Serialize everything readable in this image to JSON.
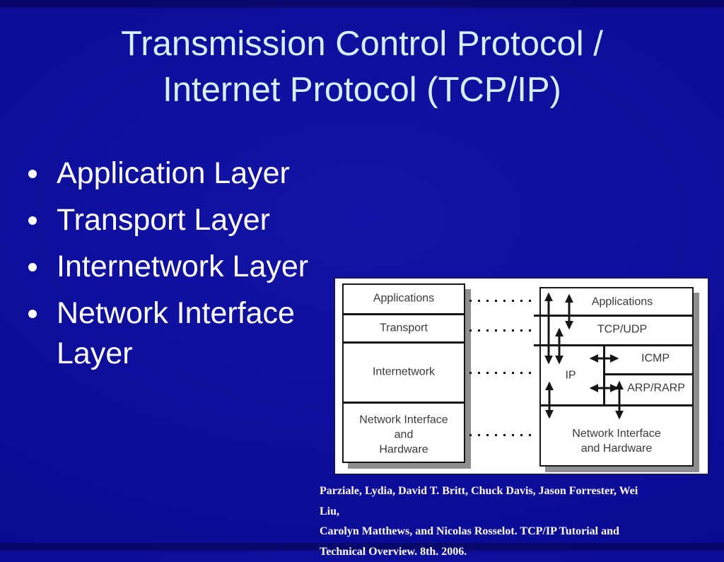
{
  "slide": {
    "title": {
      "line1": "Transmission Control Protocol /",
      "line2": "Internet Protocol (TCP/IP)"
    },
    "bullets": [
      "Application Layer",
      "Transport Layer",
      "Internetwork Layer",
      "Network Interface Layer"
    ],
    "citation": {
      "line1": "Parziale, Lydia, David T. Britt, Chuck Davis, Jason Forrester, Wei Liu,",
      "line2": "Carolyn Matthews, and Nicolas Rosselot. TCP/IP Tutorial and",
      "line3": "Technical Overview. 8th. 2006."
    }
  },
  "diagram": {
    "left_stack": {
      "applications": "Applications",
      "transport": "Transport",
      "internetwork": "Internetwork",
      "ni_line1": "Network Interface",
      "ni_line2": "and",
      "ni_line3": "Hardware"
    },
    "right_stack": {
      "applications": "Applications",
      "tcp_udp": "TCP/UDP",
      "ip": "IP",
      "icmp": "ICMP",
      "arp_rarp": "ARP/RARP",
      "ni_line1": "Network Interface",
      "ni_line2": "and Hardware"
    },
    "connections": [
      "Applications <-> IP",
      "Applications <-> TCP/UDP",
      "TCP/UDP <-> IP",
      "IP <-> Network Interface and Hardware",
      "ARP/RARP <-> Network Interface and Hardware",
      "IP <-> ICMP",
      "IP <-> ARP/RARP",
      "left rows dotted to right rows"
    ]
  },
  "colors": {
    "background": "#0c0c98",
    "title_text": "#d7efff",
    "body_text": "#ffffff",
    "panel_background": "#ffffff",
    "diagram_line": "#161616",
    "diagram_text": "#3a3a3a",
    "box_shadow": "#8f8f8f"
  }
}
